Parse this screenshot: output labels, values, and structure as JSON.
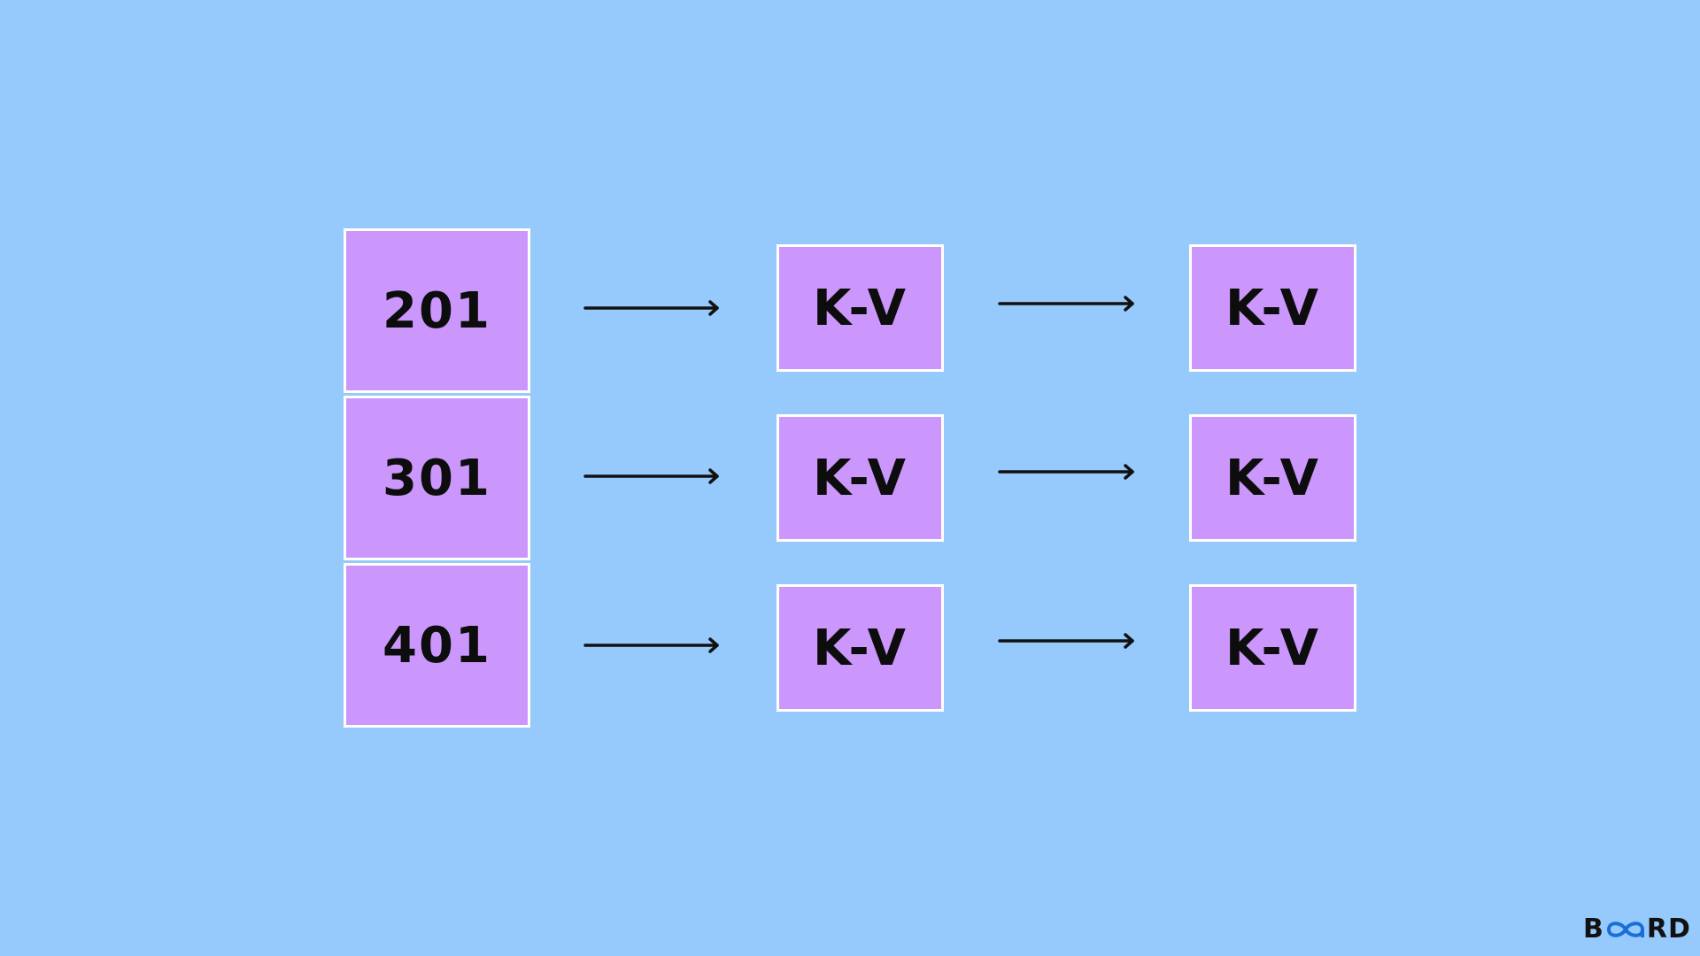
{
  "buckets": [
    {
      "key": "201",
      "entries": [
        "K-V",
        "K-V"
      ]
    },
    {
      "key": "301",
      "entries": [
        "K-V",
        "K-V"
      ]
    },
    {
      "key": "401",
      "entries": [
        "K-V",
        "K-V"
      ]
    }
  ],
  "logo": {
    "text": "BOARD",
    "left": "B",
    "right": "RD"
  },
  "colors": {
    "background": "#96cafc",
    "box": "#cb97fd",
    "logo_accent": "#1a6fd6"
  }
}
